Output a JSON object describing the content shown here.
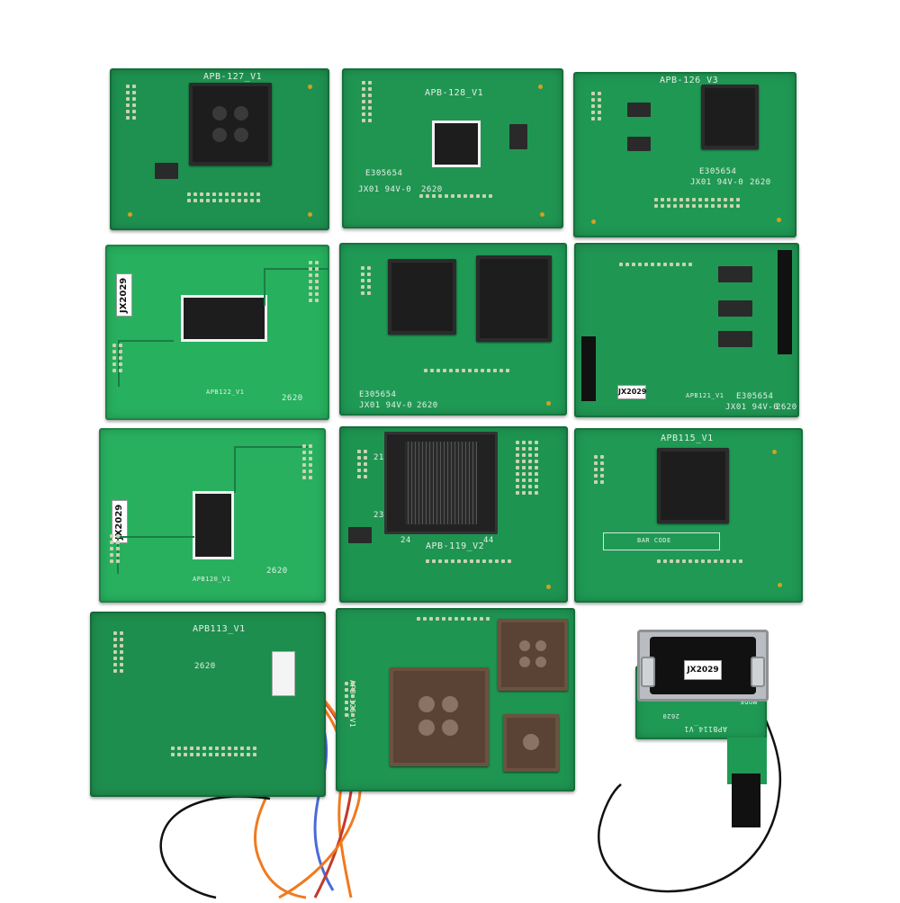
{
  "boards": {
    "apb127": {
      "title": "APB-127_V1"
    },
    "apb128": {
      "title": "APB-128_V1",
      "ul_code": "E305654",
      "rating": "JX01 94V-0",
      "date_code": "2620"
    },
    "apb126": {
      "title": "APB-126_V3",
      "ul_code": "E305654",
      "rating": "JX01 94V-0",
      "date_code": "2620"
    },
    "apb122": {
      "sticker": "JX2029",
      "model": "APB122_V1",
      "date_code": "2620"
    },
    "apb124": {
      "ul_code": "E305654",
      "rating": "JX01 94V-0",
      "date_code": "2620"
    },
    "apb121": {
      "sticker": "JX2029",
      "model": "APB121_V1",
      "ul_code": "E305654",
      "rating": "JX01 94V-0",
      "date_code": "2620"
    },
    "apb120": {
      "sticker": "JX2029",
      "model": "APB120_V1",
      "date_code": "2620"
    },
    "apb119": {
      "title": "APB-119_V2",
      "pin_23": "23",
      "pin_24": "24",
      "pin_44": "44",
      "pin_21": "21"
    },
    "apb115": {
      "title": "APB115_V1",
      "barcode_label": "BAR CODE"
    },
    "apb113": {
      "title": "APB113_V1",
      "date_code": "2620"
    },
    "apb125": {
      "title": "APB-125_V1"
    },
    "apb114": {
      "sticker": "JX2029",
      "model": "APB114_V1",
      "tag": "MODE",
      "date_code": "2620"
    }
  },
  "colors": {
    "pcb_green": "#1f9a55",
    "pcb_green_light": "#2fb667",
    "pcb_green_dark": "#177a43",
    "wire_orange": "#f07a1e",
    "wire_blue": "#4a6ad8",
    "wire_red": "#c23a2a",
    "wire_black": "#111111"
  }
}
